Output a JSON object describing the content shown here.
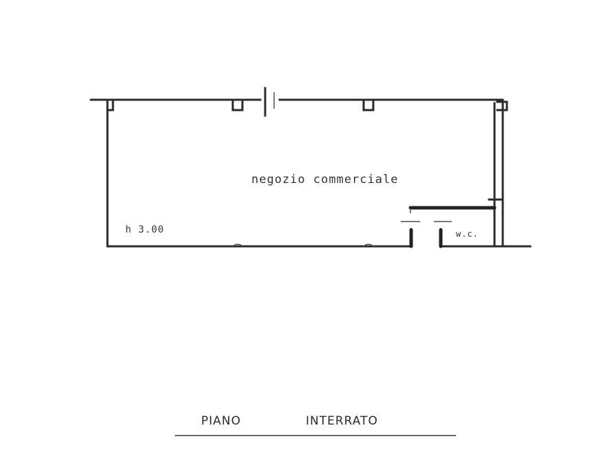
{
  "drawing": {
    "room_label": "negozio   commerciale",
    "height_label": "h 3.00",
    "wc_label": "w.c.",
    "caption_word_1": "PIANO",
    "caption_word_2": "INTERRATO"
  },
  "colors": {
    "ink": "#2a2a2a",
    "background": "#ffffff"
  }
}
